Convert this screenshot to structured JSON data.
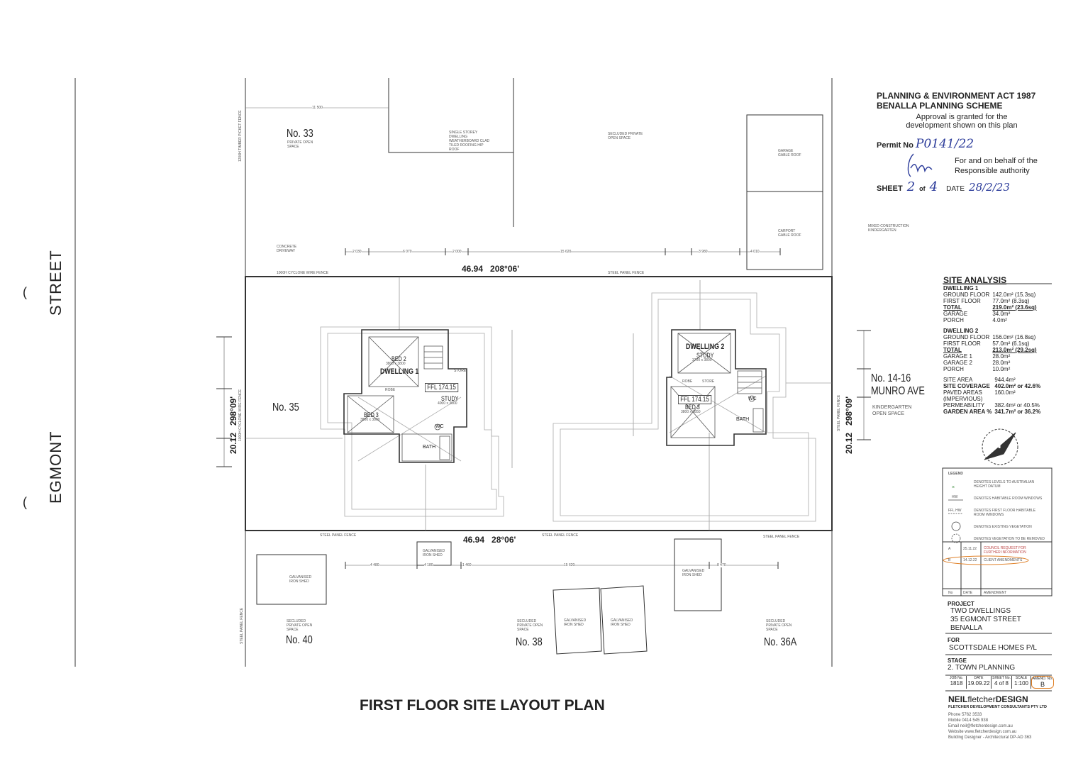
{
  "drawing": {
    "title": "FIRST FLOOR SITE LAYOUT PLAN",
    "street_left_top": "STREET",
    "street_left_bottom": "EGMONT",
    "boundary_top": "46.94   208°06'",
    "boundary_bottom": "46.94   28°06'",
    "boundary_left": "20.12   298°09'",
    "boundary_right": "20.12   298°09'",
    "neighbours": {
      "no33": "No. 33",
      "no33_note": "PRIVATE OPEN SPACE",
      "no35": "No. 35",
      "no40": "No. 40",
      "no38": "No. 38",
      "no36a": "No. 36A",
      "no1416_line1": "No. 14-16",
      "no1416_line2": "MUNRO AVE",
      "kindergarten": "KINDERGARTEN OPEN SPACE"
    },
    "notes": {
      "single_storey": "SINGLE STOREY DWELLING WEATHERBOARD CLAD TILED ROOFING HIP ROOF",
      "secluded_top": "SECLUDED PRIVATE OPEN SPACE",
      "garage_gable": "GARAGE GABLE ROOF",
      "carport_gable": "CARPORT GABLE ROOF",
      "mixed_kinder": "MIXED CONSTRUCTION KINDERGARTEN",
      "concrete_driveway": "CONCRETE DRIVEWAY",
      "cyclone_fence_top": "1000H CYCLONE WIRE FENCE",
      "steel_fence_top": "STEEL PANEL FENCE",
      "steel_fence_bl": "STEEL PANEL FENCE",
      "steel_fence_bm": "STEEL PANEL FENCE",
      "steel_fence_br": "STEEL PANEL FENCE",
      "galv_shed_1": "GALVANISED IRON SHED",
      "galv_shed_2": "GALVANISED IRON SHED",
      "galv_shed_3": "GALVANISED IRON SHED",
      "galv_shed_4": "GALVANISED IRON SHED",
      "galv_shed_5": "GALVANISED IRON SHED",
      "secluded_40": "SECLUDED PRIVATE OPEN SPACE",
      "secluded_38": "SECLUDED PRIVATE OPEN SPACE",
      "secluded_36a": "SECLUDED PRIVATE OPEN SPACE",
      "timber_fence": "1200H TIMBER PICKET FENCE",
      "cyclone_fence_left": "1000H CYCLONE WIRE FENCE",
      "steel_fence_left": "STEEL PANEL FENCE",
      "steel_fence_right": "STEEL PANEL FENCE"
    },
    "dims": {
      "top_11500": "11 500",
      "d2030": "2 030",
      "d6070": "6 070",
      "d2000": "2 000",
      "d15620": "15 620",
      "d3980": "3 980",
      "d4010": "4 010",
      "b4480": "4 480",
      "b4180": "4 180",
      "b1460": "1 460",
      "b15620": "15 620",
      "b8470": "8 470"
    },
    "dwelling1": {
      "name": "DWELLING 1",
      "bed2": "BED 2",
      "bed2_size": "3800 x 3800",
      "bed3": "BED 3",
      "bed3_size": "3800 x 3800",
      "study": "STUDY",
      "study_size": "4000 x 3600",
      "ffl": "FFL 174.15",
      "wc": "WC",
      "bath": "BATH",
      "robe": "ROBE",
      "store": "STORE"
    },
    "dwelling2": {
      "name": "DWELLING 2",
      "study": "STUDY",
      "study_size": "3700 x 3800",
      "bed3": "BED 3",
      "bed3_size": "3800 x 3850",
      "ffl": "FFL 174.15",
      "wc": "WC",
      "bath": "BATH",
      "robe": "ROBE",
      "store": "STORE"
    }
  },
  "stamp": {
    "line1": "PLANNING & ENVIRONMENT ACT 1987",
    "line2": "BENALLA PLANNING SCHEME",
    "line3": "Approval is granted for the",
    "line4": "development shown on this plan",
    "permit_label": "Permit No",
    "permit_value": "P0141/22",
    "behalf_1": "For and on behalf of the",
    "behalf_2": "Responsible authority",
    "sheet_label": "SHEET",
    "sheet_no": "2",
    "of_label": "of",
    "sheet_total": "4",
    "date_label": "DATE",
    "date_value": "28/2/23"
  },
  "site_analysis": {
    "heading": "SITE ANALYSIS",
    "d1_heading": "DWELLING 1",
    "d1_rows": [
      [
        "GROUND FLOOR",
        "142.0m² (15.3sq)"
      ],
      [
        "FIRST FLOOR",
        "77.0m² (8.3sq)"
      ],
      [
        "TOTAL",
        "219.0m² (23.6sq)"
      ],
      [
        "GARAGE",
        "34.0m²"
      ],
      [
        "PORCH",
        "4.0m²"
      ]
    ],
    "d2_heading": "DWELLING 2",
    "d2_rows": [
      [
        "GROUND FLOOR",
        "156.0m² (16.8sq)"
      ],
      [
        "FIRST FLOOR",
        "57.0m² (6.1sq)"
      ],
      [
        "TOTAL",
        "213.0m² (29.2sq)"
      ],
      [
        "GARAGE 1",
        "28.0m²"
      ],
      [
        "GARAGE 2",
        "28.0m²"
      ],
      [
        "PORCH",
        "10.0m²"
      ]
    ],
    "site_rows": [
      [
        "SITE AREA",
        "944.4m²"
      ],
      [
        "SITE COVERAGE",
        "402.0m² or 42.6%"
      ],
      [
        "PAVED AREAS",
        "160.0m²"
      ],
      [
        "(IMPERVIOUS)",
        ""
      ],
      [
        "PERMEABILITY",
        "382.4m² or 40.5%"
      ],
      [
        "GARDEN AREA %",
        "341.7m² or 36.2%"
      ]
    ]
  },
  "legend": {
    "heading": "LEGEND",
    "items": [
      "DENOTES LEVELS TO AUSTRALIAN HEIGHT DATUM",
      "DENOTES HABITABLE ROOM WINDOWS",
      "DENOTES FIRST FLOOR HABITABLE ROOM WINDOWS",
      "DENOTES EXISTING VEGETATION",
      "DENOTES VEGETATION TO BE REMOVED"
    ],
    "sym_hw": "HW",
    "sym_ffl": "FFL HW"
  },
  "amendments": {
    "rows": [
      [
        "A",
        "25.11.22",
        "COUNCIL REQUEST FOR FURTHER INFORMATION"
      ],
      [
        "B",
        "14.12.22",
        "CLIENT AMENDMENTS"
      ]
    ],
    "headers": [
      "No",
      "DATE",
      "AMENDMENT"
    ]
  },
  "titleblock": {
    "project_label": "PROJECT",
    "project_1": "TWO DWELLINGS",
    "project_2": "35 EGMONT STREET",
    "project_3": "BENALLA",
    "for_label": "FOR",
    "for_value": "SCOTTSDALE HOMES P/L",
    "stage_label": "STAGE",
    "stage_value": "2. TOWN PLANNING",
    "cols": [
      "JOB No.",
      "DATE",
      "SHEET No.",
      "SCALE",
      "AMEND. No."
    ],
    "vals": [
      "1818",
      "19.09.22",
      "4 of 8",
      "1:100",
      "B"
    ],
    "firm_a": "NEIL",
    "firm_b": "fletcher",
    "firm_c": "DESIGN",
    "firm_sub": "FLETCHER DEVELOPMENT CONSULTANTS PTY LTD",
    "contact": [
      "Phone   5762 3533",
      "Mobile   0414 545 938",
      "Email   neil@fletcherdesign.com.au",
      "Website   www.fletcherdesign.com.au",
      "Building Designer - Architectural DP-AD 363"
    ]
  }
}
